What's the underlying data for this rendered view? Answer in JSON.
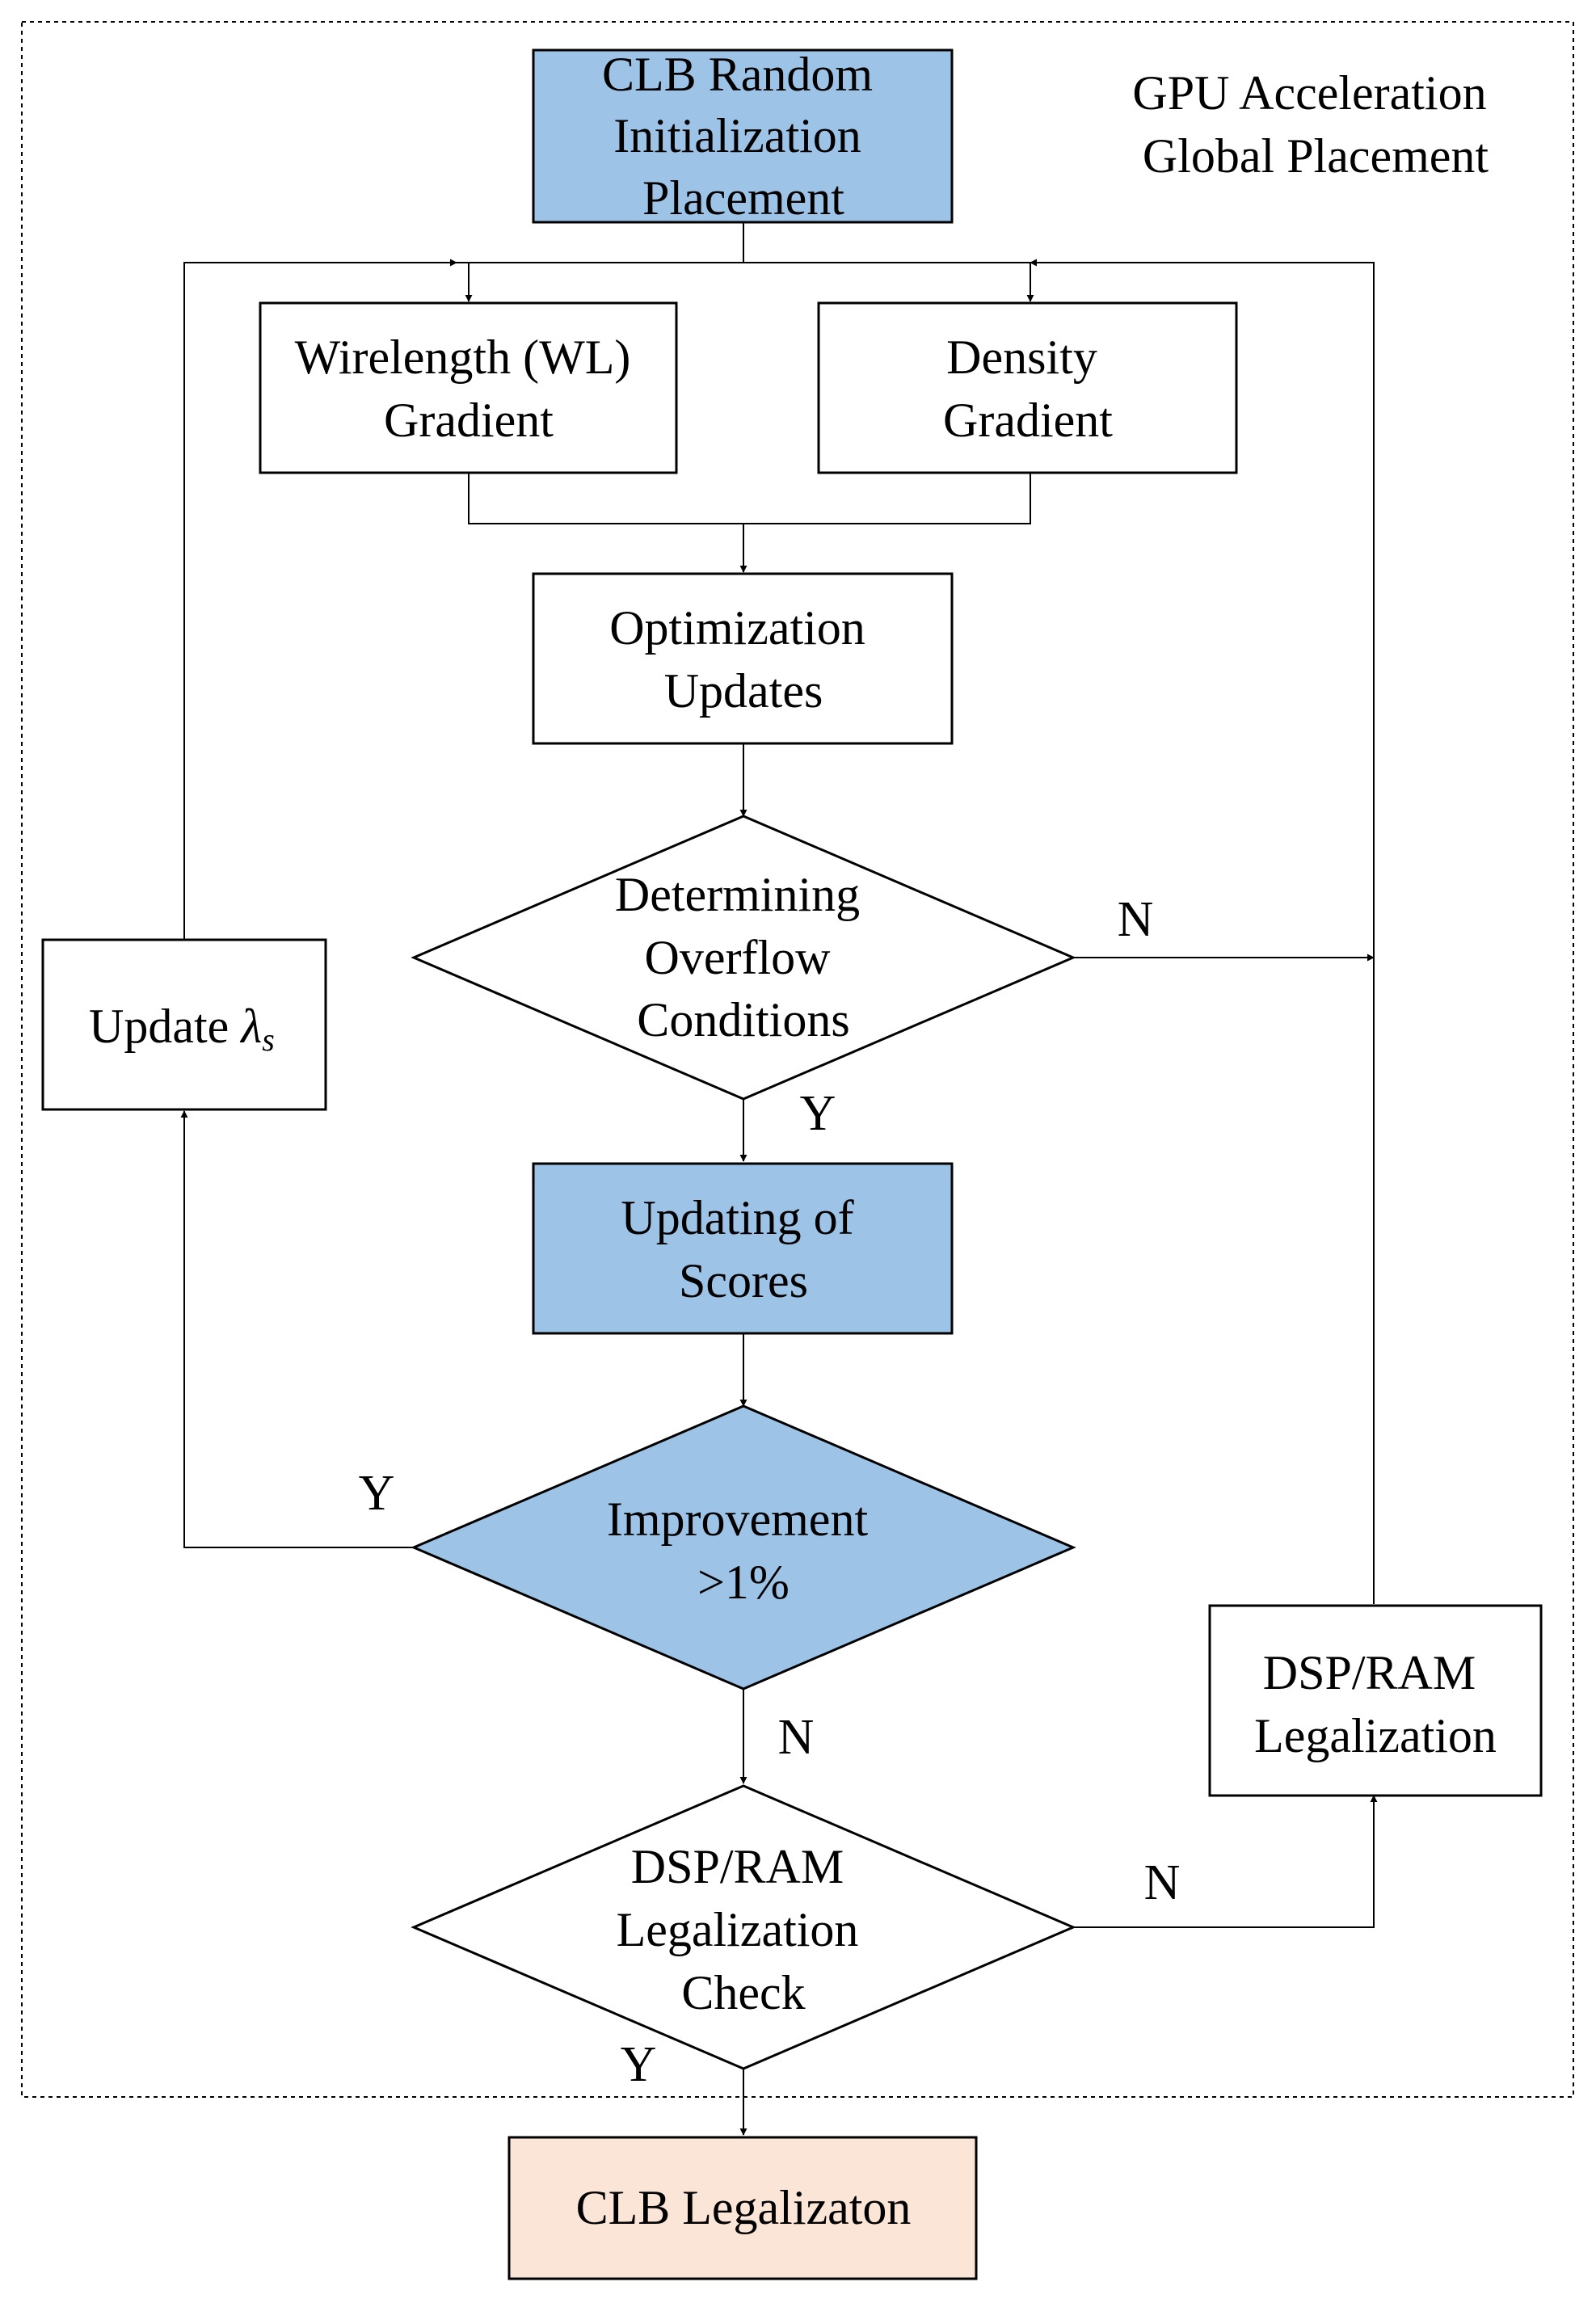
{
  "colors": {
    "blue_fill": "#9dc3e6",
    "peach_fill": "#fbe5d6",
    "white_fill": "#ffffff",
    "stroke": "#000000"
  },
  "region_label": [
    "GPU Acceleration",
    "Global Placement"
  ],
  "nodes": {
    "init": [
      "CLB Random",
      "Initialization",
      "Placement"
    ],
    "wl_grad": [
      "Wirelength (WL)",
      "Gradient"
    ],
    "density_grad": [
      "Density",
      "Gradient"
    ],
    "opt": [
      "Optimization",
      "Updates"
    ],
    "overflow": [
      "Determining",
      "Overflow",
      "Conditions"
    ],
    "update_lambda": {
      "text": "Update ",
      "symbol": "λ",
      "subscript": "s"
    },
    "scores": [
      "Updating of",
      "Scores"
    ],
    "improve": [
      "Improvement",
      ">1%"
    ],
    "dspram_legal": [
      "DSP/RAM",
      "Legalization"
    ],
    "legal_check": [
      "DSP/RAM",
      "Legalization",
      "Check"
    ],
    "clb_legal": [
      "CLB Legalizaton"
    ]
  },
  "edge_labels": {
    "overflow_no": "N",
    "overflow_yes": "Y",
    "improve_yes": "Y",
    "improve_no": "N",
    "check_no": "N",
    "check_yes": "Y"
  }
}
